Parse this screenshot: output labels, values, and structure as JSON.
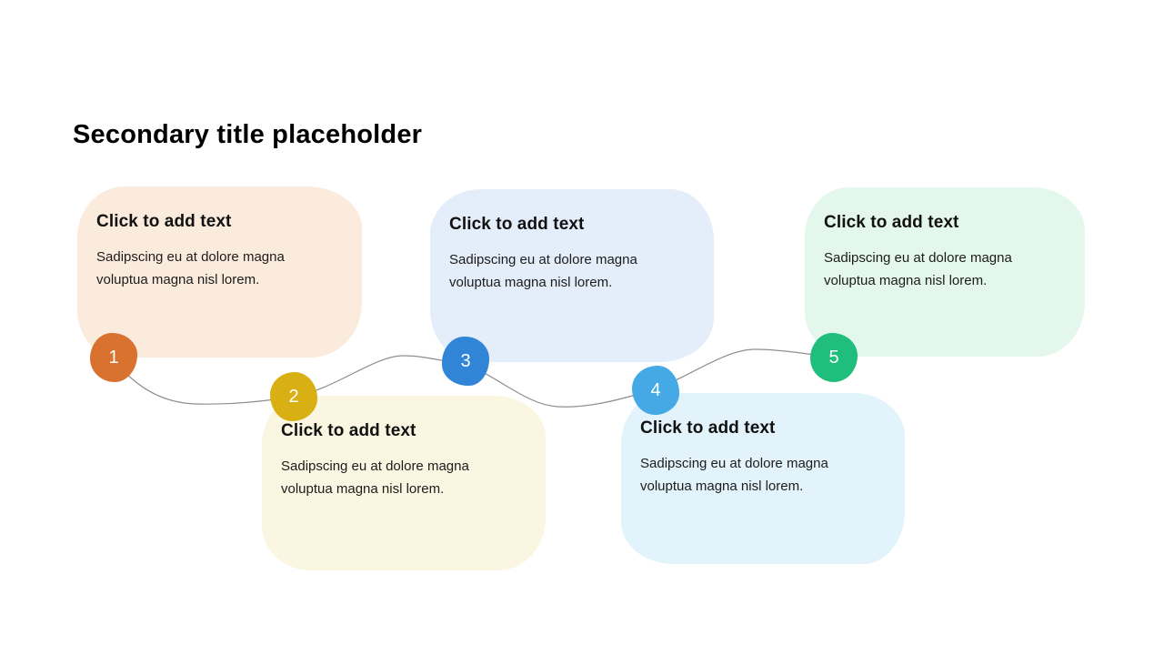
{
  "slide": {
    "title": "Secondary title placeholder",
    "background_color": "#ffffff"
  },
  "connector": {
    "color": "#8e8e8e",
    "description": "thin wavy line linking step badges 1 through 5"
  },
  "steps": [
    {
      "number": "1",
      "heading": "Click to add text",
      "body": "Sadipscing eu at dolore magna voluptua magna nisl lorem.",
      "card_color": "#faebdd",
      "badge_color": "#d9712f"
    },
    {
      "number": "2",
      "heading": "Click to add text",
      "body": "Sadipscing eu at dolore magna voluptua magna nisl lorem.",
      "card_color": "#faf6e1",
      "badge_color": "#d9b013"
    },
    {
      "number": "3",
      "heading": "Click to add text",
      "body": "Sadipscing eu at dolore magna voluptua magna nisl lorem.",
      "card_color": "#e4edfa",
      "badge_color": "#3085d6"
    },
    {
      "number": "4",
      "heading": "Click to add text",
      "body": "Sadipscing eu at dolore magna voluptua magna nisl lorem.",
      "card_color": "#e2f3fb",
      "badge_color": "#45a9e6"
    },
    {
      "number": "5",
      "heading": "Click to add text",
      "body": "Sadipscing eu at dolore magna voluptua magna nisl lorem.",
      "card_color": "#e3f7ec",
      "badge_color": "#1fbe7c"
    }
  ]
}
